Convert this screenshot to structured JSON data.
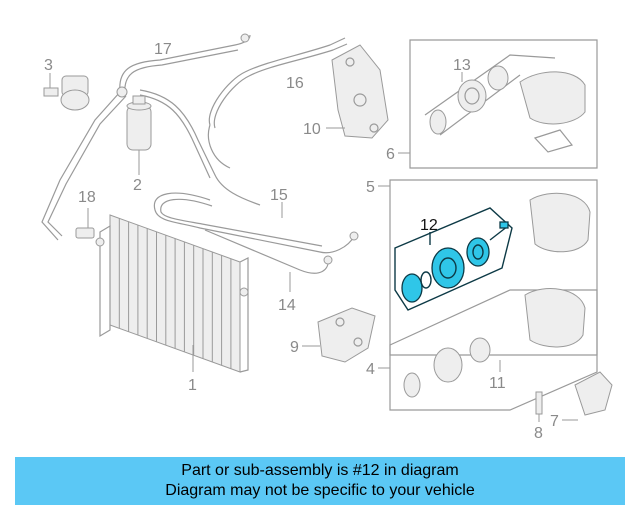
{
  "callouts": [
    "1",
    "2",
    "3",
    "4",
    "5",
    "6",
    "7",
    "8",
    "9",
    "10",
    "11",
    "12",
    "13",
    "14",
    "15",
    "16",
    "17",
    "18"
  ],
  "highlighted_part": "12",
  "colors": {
    "highlight": "#2fc6e8",
    "banner": "#5bc8f5",
    "line": "#9a9a9a"
  },
  "banner": {
    "line1": "Part or sub-assembly is #12 in diagram",
    "line2": "Diagram may not be specific to your vehicle"
  }
}
